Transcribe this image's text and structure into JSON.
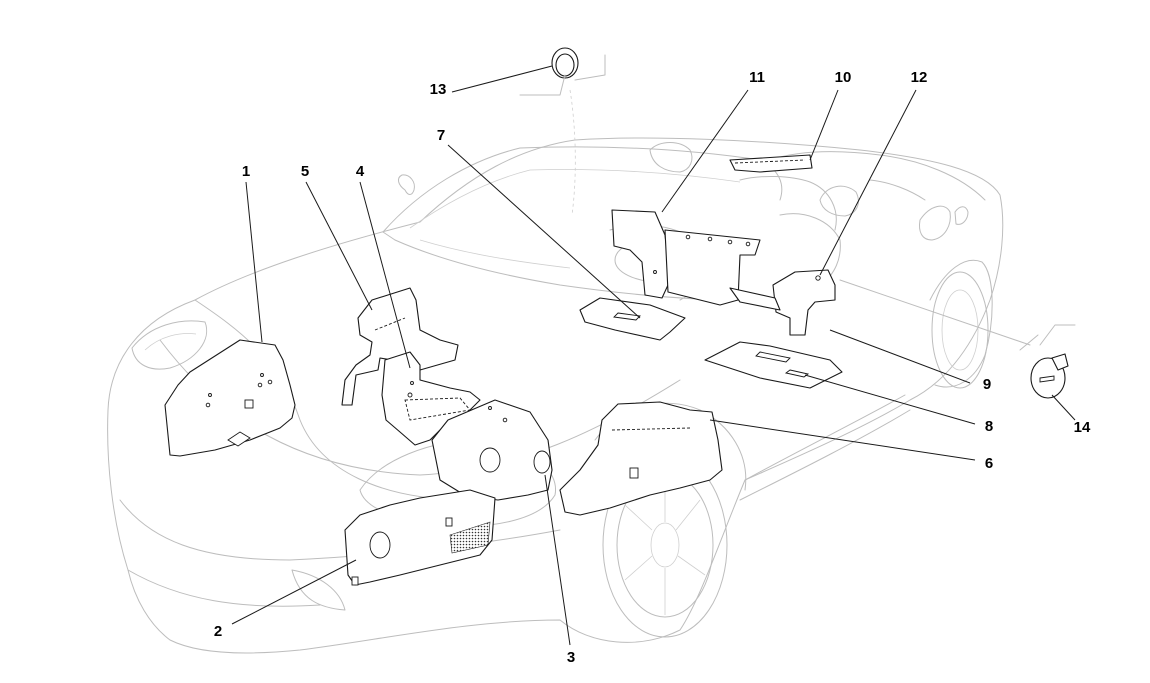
{
  "callouts": [
    {
      "id": "1",
      "label": "1"
    },
    {
      "id": "2",
      "label": "2"
    },
    {
      "id": "3",
      "label": "3"
    },
    {
      "id": "4",
      "label": "4"
    },
    {
      "id": "5",
      "label": "5"
    },
    {
      "id": "6",
      "label": "6"
    },
    {
      "id": "7",
      "label": "7"
    },
    {
      "id": "8",
      "label": "8"
    },
    {
      "id": "9",
      "label": "9"
    },
    {
      "id": "10",
      "label": "10"
    },
    {
      "id": "11",
      "label": "11"
    },
    {
      "id": "12",
      "label": "12"
    },
    {
      "id": "13",
      "label": "13"
    },
    {
      "id": "14",
      "label": "14"
    }
  ],
  "colors": {
    "background": "#ffffff",
    "ghost_outline": "#bdbdbd",
    "part_outline": "#1a1a1a",
    "callout_text": "#000000"
  }
}
